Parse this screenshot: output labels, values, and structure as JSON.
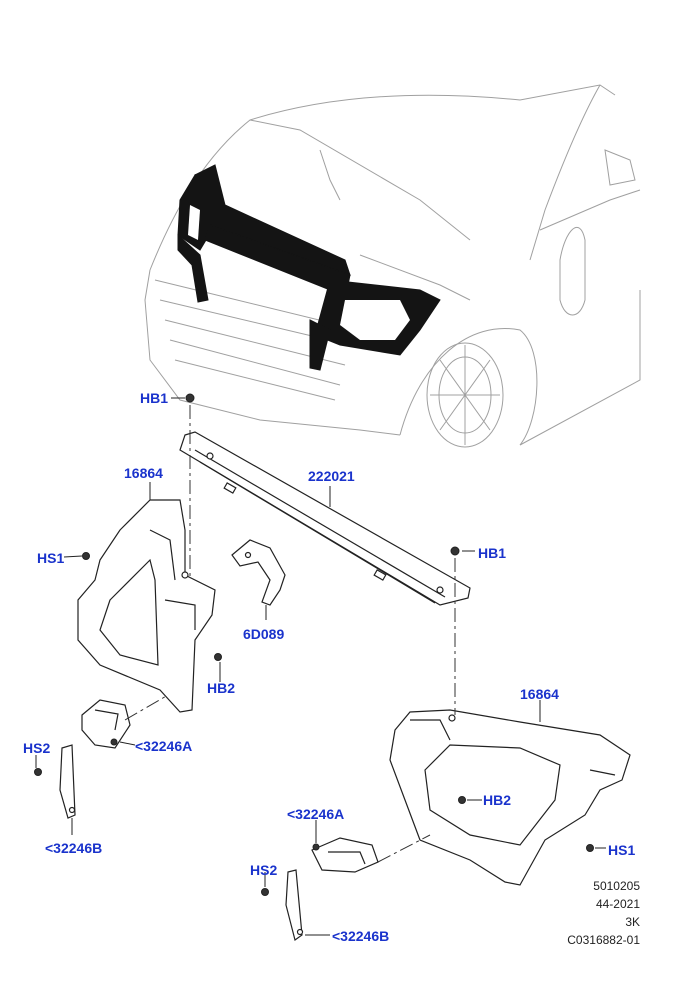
{
  "callouts": {
    "hb1_top": "HB1",
    "part_222021": "222021",
    "part_16864_left": "16864",
    "hs1_left": "HS1",
    "hb1_right": "HB1",
    "part_6d089": "6D089",
    "hb2_left": "HB2",
    "part_16864_right": "16864",
    "hs2_left": "HS2",
    "p32246a_left": "<32246A",
    "p32246b_left": "<32246B",
    "hb2_right": "HB2",
    "p32246a_right": "<32246A",
    "hs1_right": "HS1",
    "hs2_right": "HS2",
    "p32246b_right": "<32246B"
  },
  "meta": {
    "line1": "5010205",
    "line2": "44-2021",
    "line3": "3K",
    "line4": "C0316882-01"
  },
  "colors": {
    "callout": "#1a33cc",
    "part_line": "#222222",
    "vehicle_line": "#9a9a9a",
    "highlight": "#111111"
  }
}
